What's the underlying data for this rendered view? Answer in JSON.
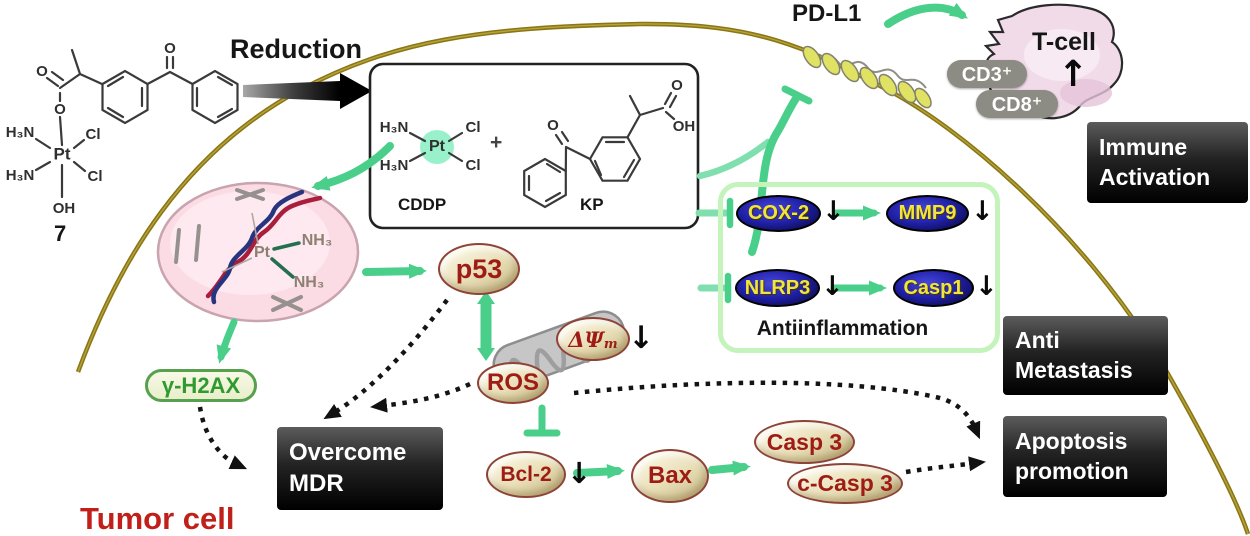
{
  "reduction_label": "Reduction",
  "compound7": {
    "number": "7",
    "h3n_top": "H₃N",
    "h3n_bottom": "H₃N",
    "pt": "Pt",
    "cl_top": "Cl",
    "cl_bottom": "Cl",
    "oh": "OH",
    "o_ester": "O",
    "o_acyl": "O",
    "o_ketone": "O"
  },
  "cddp": {
    "label": "CDDP",
    "h3n_top": "H₃N",
    "h3n_bottom": "H₃N",
    "pt": "Pt",
    "cl_top": "Cl",
    "cl_bottom": "Cl"
  },
  "plus_sign": "+",
  "kp": {
    "label": "KP",
    "o_ketone": "O",
    "o_acid": "O",
    "oh": "OH"
  },
  "pdl1_label": "PD-L1",
  "tcell": {
    "label": "T-cell",
    "up_arrow": "↑",
    "cd3": "CD3⁺",
    "cd8": "CD8⁺"
  },
  "immune_box": {
    "line1": "Immune",
    "line2": "Activation"
  },
  "nucleus": {
    "pt": "Pt",
    "nh3_upper": "NH₃",
    "nh3_lower": "NH₃"
  },
  "antiinflammation": {
    "title": "Antiinflammation",
    "cox2": "COX-2",
    "mmp9": "MMP9",
    "nlrp3": "NLRP3",
    "casp1": "Casp1",
    "down_arrow": "↓"
  },
  "anti_metastasis_box": {
    "line1": "Anti",
    "line2": "Metastasis"
  },
  "apoptosis_box": {
    "line1": "Apoptosis",
    "line2": "promotion"
  },
  "mdr_box": {
    "line1": "Overcome",
    "line2": "MDR"
  },
  "pathway": {
    "p53": "p53",
    "gamma_h2ax": "γ-H2AX",
    "ros": "ROS",
    "delta_psi": "ΔΨ",
    "delta_psi_sub": "m",
    "bcl2": "Bcl-2",
    "bax": "Bax",
    "casp3": "Casp 3",
    "c_casp3": "c-Casp 3",
    "down_arrow": "↓"
  },
  "tumor_cell_label": "Tumor cell",
  "colors": {
    "membrane_olive": "#8a7614",
    "arrow_green": "#49cf8a",
    "pale_green_border": "#c4f3bb",
    "node_navy": "#1a1aa0",
    "node_yellow": "#f2e53a",
    "oval_tan": "#efe6c4",
    "oval_text_red": "#9e1c15",
    "black_box": "#000000",
    "tumor_label_red": "#c1201a",
    "tcell_pink": "#f1dbe9"
  }
}
